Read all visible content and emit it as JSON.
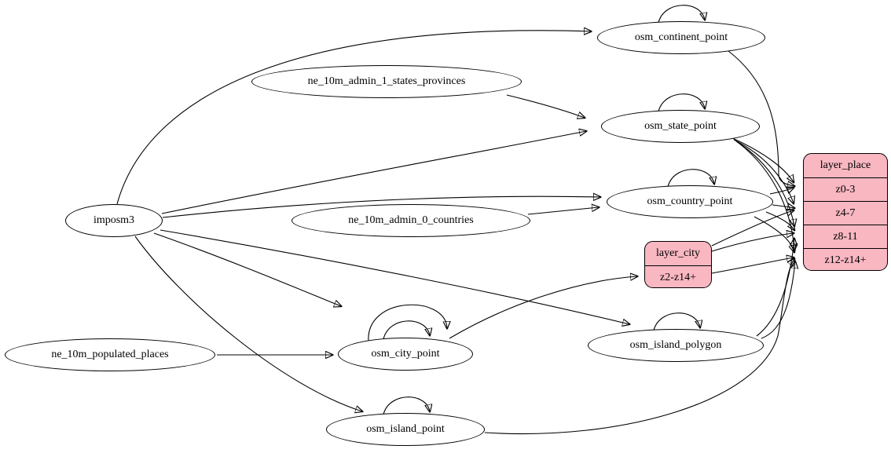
{
  "diagram": {
    "kind": "etl-graph",
    "colors": {
      "record_fill": "#f9b7c2",
      "node_fill": "#ffffff",
      "edge": "#000000"
    },
    "nodes": {
      "imposm3": {
        "label": "imposm3",
        "shape": "ellipse"
      },
      "ne_10m_admin_1_states_provinces": {
        "label": "ne_10m_admin_1_states_provinces",
        "shape": "ellipse"
      },
      "ne_10m_admin_0_countries": {
        "label": "ne_10m_admin_0_countries",
        "shape": "ellipse"
      },
      "ne_10m_populated_places": {
        "label": "ne_10m_populated_places",
        "shape": "ellipse"
      },
      "osm_continent_point": {
        "label": "osm_continent_point",
        "shape": "ellipse"
      },
      "osm_state_point": {
        "label": "osm_state_point",
        "shape": "ellipse"
      },
      "osm_country_point": {
        "label": "osm_country_point",
        "shape": "ellipse"
      },
      "osm_city_point": {
        "label": "osm_city_point",
        "shape": "ellipse"
      },
      "osm_island_polygon": {
        "label": "osm_island_polygon",
        "shape": "ellipse"
      },
      "osm_island_point": {
        "label": "osm_island_point",
        "shape": "ellipse"
      },
      "layer_city": {
        "label": "layer_city",
        "shape": "record",
        "rows": [
          "z2-z14+"
        ]
      },
      "layer_place": {
        "label": "layer_place",
        "shape": "record",
        "rows": [
          "z0-3",
          "z4-7",
          "z8-11",
          "z12-z14+"
        ]
      }
    },
    "edges": [
      {
        "from": "imposm3",
        "to": "osm_continent_point"
      },
      {
        "from": "imposm3",
        "to": "osm_state_point"
      },
      {
        "from": "imposm3",
        "to": "osm_country_point"
      },
      {
        "from": "imposm3",
        "to": "osm_city_point"
      },
      {
        "from": "imposm3",
        "to": "osm_island_polygon"
      },
      {
        "from": "imposm3",
        "to": "osm_island_point"
      },
      {
        "from": "ne_10m_admin_1_states_provinces",
        "to": "osm_state_point"
      },
      {
        "from": "ne_10m_admin_0_countries",
        "to": "osm_country_point"
      },
      {
        "from": "ne_10m_populated_places",
        "to": "osm_city_point"
      },
      {
        "from": "osm_continent_point",
        "to": "osm_continent_point",
        "variant": "loop"
      },
      {
        "from": "osm_state_point",
        "to": "osm_state_point",
        "variant": "loop"
      },
      {
        "from": "osm_country_point",
        "to": "osm_country_point",
        "variant": "loop"
      },
      {
        "from": "osm_city_point",
        "to": "osm_city_point",
        "variant": "loop-inner"
      },
      {
        "from": "osm_city_point",
        "to": "osm_city_point",
        "variant": "loop-outer"
      },
      {
        "from": "osm_island_polygon",
        "to": "osm_island_polygon",
        "variant": "loop"
      },
      {
        "from": "osm_island_point",
        "to": "osm_island_point",
        "variant": "loop"
      },
      {
        "from": "osm_city_point",
        "to": "layer_city",
        "port": "z2-z14+"
      },
      {
        "from": "osm_continent_point",
        "to": "layer_place",
        "port": "z0-3"
      },
      {
        "from": "osm_state_point",
        "to": "layer_place",
        "port": "z0-3"
      },
      {
        "from": "osm_state_point",
        "to": "layer_place",
        "port": "z4-7"
      },
      {
        "from": "osm_state_point",
        "to": "layer_place",
        "port": "z8-11"
      },
      {
        "from": "osm_state_point",
        "to": "layer_place",
        "port": "z12-z14+"
      },
      {
        "from": "osm_country_point",
        "to": "layer_place",
        "port": "z0-3"
      },
      {
        "from": "osm_country_point",
        "to": "layer_place",
        "port": "z4-7"
      },
      {
        "from": "osm_country_point",
        "to": "layer_place",
        "port": "z8-11"
      },
      {
        "from": "osm_country_point",
        "to": "layer_place",
        "port": "z12-z14+"
      },
      {
        "from": "osm_island_polygon",
        "to": "layer_place",
        "port": "z8-11"
      },
      {
        "from": "osm_island_polygon",
        "to": "layer_place",
        "port": "z12-z14+"
      },
      {
        "from": "osm_island_point",
        "to": "layer_place",
        "port": "z12-z14+"
      },
      {
        "from": "layer_city",
        "to": "layer_place",
        "port": "z4-7"
      },
      {
        "from": "layer_city",
        "to": "layer_place",
        "port": "z8-11"
      },
      {
        "from": "layer_city",
        "to": "layer_place",
        "port": "z12-z14+"
      }
    ]
  }
}
